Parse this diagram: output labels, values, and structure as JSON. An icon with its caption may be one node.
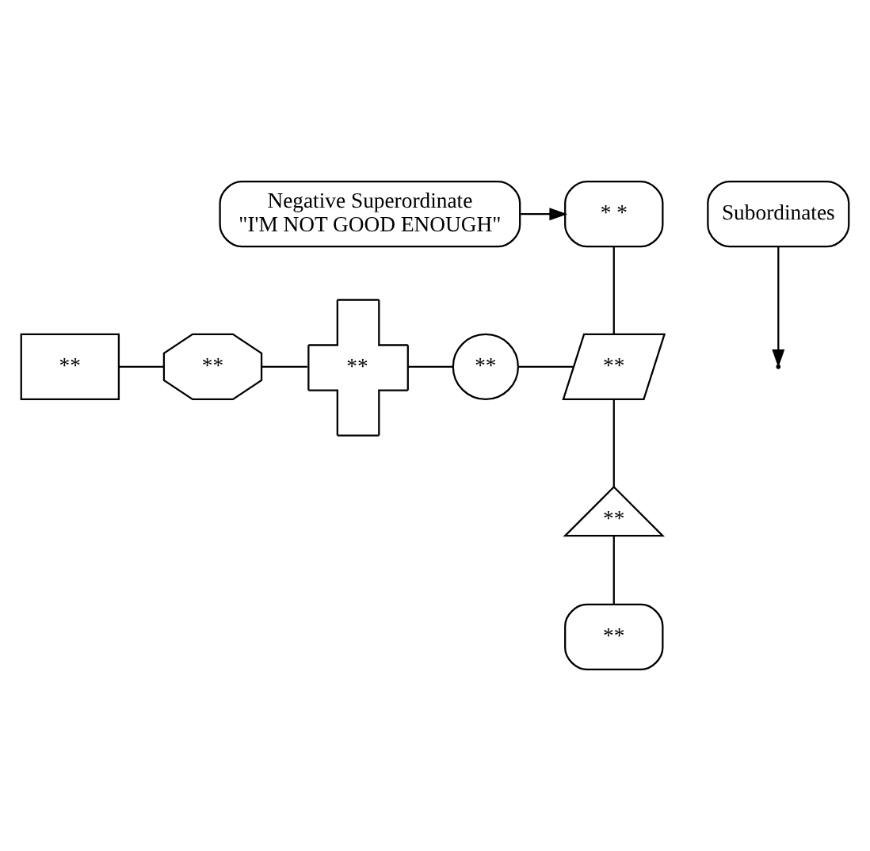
{
  "diagram": {
    "nodes": [
      {
        "text": [
          "* *"
        ]
      },
      {
        "text": [
          "Negative Superordinate",
          "\"I'M NOT GOOD ENOUGH\""
        ]
      },
      {
        "text": [
          "**"
        ]
      },
      {
        "text": [
          "**"
        ]
      },
      {
        "text": [
          "**"
        ]
      },
      {
        "text": [
          "**"
        ]
      },
      {
        "text": [
          "**"
        ]
      },
      {
        "text": [
          "**"
        ]
      },
      {
        "text": [
          "**"
        ]
      },
      {
        "text": [
          "Subordinates"
        ]
      }
    ],
    "edges": [
      {
        "from": 1,
        "to": 0,
        "arrow": "to"
      },
      {
        "from": 0,
        "to": 6,
        "arrow": "none"
      },
      {
        "from": 2,
        "to": 3,
        "arrow": "none"
      },
      {
        "from": 3,
        "to": 4,
        "arrow": "none"
      },
      {
        "from": 4,
        "to": 5,
        "arrow": "none"
      },
      {
        "from": 5,
        "to": 6,
        "arrow": "none"
      },
      {
        "from": 6,
        "to": 7,
        "arrow": "none"
      },
      {
        "from": 7,
        "to": 8,
        "arrow": "none"
      },
      {
        "from": 9,
        "to": null,
        "arrow": "to"
      }
    ]
  }
}
